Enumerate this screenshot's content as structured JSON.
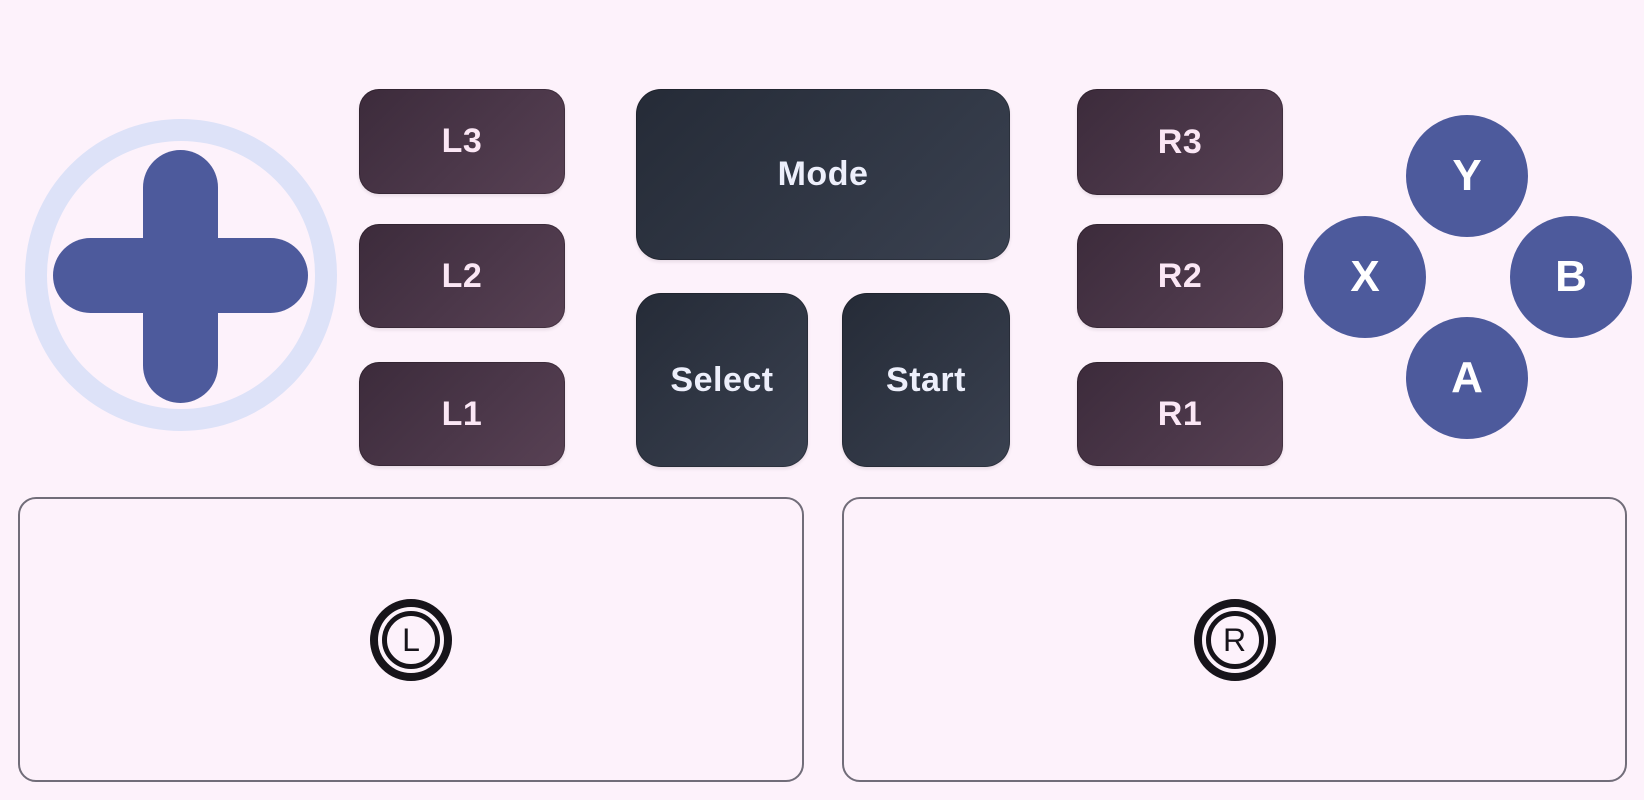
{
  "colors": {
    "background": "#fdf2fb",
    "plum_button_start": "#3c2b3b",
    "plum_button_mid": "#4b3749",
    "plum_button_end": "#584154",
    "slate_button_start": "#252b37",
    "slate_button_end": "#3a4150",
    "face_button": "#4d5a9c",
    "dpad_cross": "#4d5a9c",
    "dpad_ring": "#dde2f8",
    "plum_label": "#fbe7f5",
    "slate_label": "#edeffb",
    "face_label": "#ffffff",
    "panel_border": "#716d79",
    "icon_ink": "#17141a"
  },
  "shoulder_left": [
    {
      "label": "L3"
    },
    {
      "label": "L2"
    },
    {
      "label": "L1"
    }
  ],
  "shoulder_right": [
    {
      "label": "R3"
    },
    {
      "label": "R2"
    },
    {
      "label": "R1"
    }
  ],
  "system_buttons": {
    "mode_label": "Mode",
    "select_label": "Select",
    "start_label": "Start"
  },
  "face_buttons": {
    "top_label": "Y",
    "left_label": "X",
    "right_label": "B",
    "bottom_label": "A"
  },
  "stick_panels": {
    "left_label": "L",
    "right_label": "R"
  }
}
